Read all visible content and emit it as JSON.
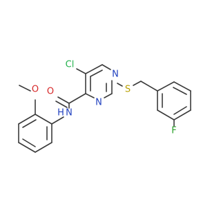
{
  "atoms": {
    "cl": "Cl",
    "n_ring_top": "N",
    "n_ring_bottom": "N",
    "o_methoxy": "O",
    "o_carbonyl": "O",
    "s": "S",
    "nh": "N",
    "h": "H",
    "f": "F"
  },
  "colors": {
    "bond": "#3a3a3a",
    "cl": "#22b14c",
    "n": "#1f3fbf",
    "o": "#d62728",
    "s": "#b8a000",
    "f": "#2aa02a"
  }
}
